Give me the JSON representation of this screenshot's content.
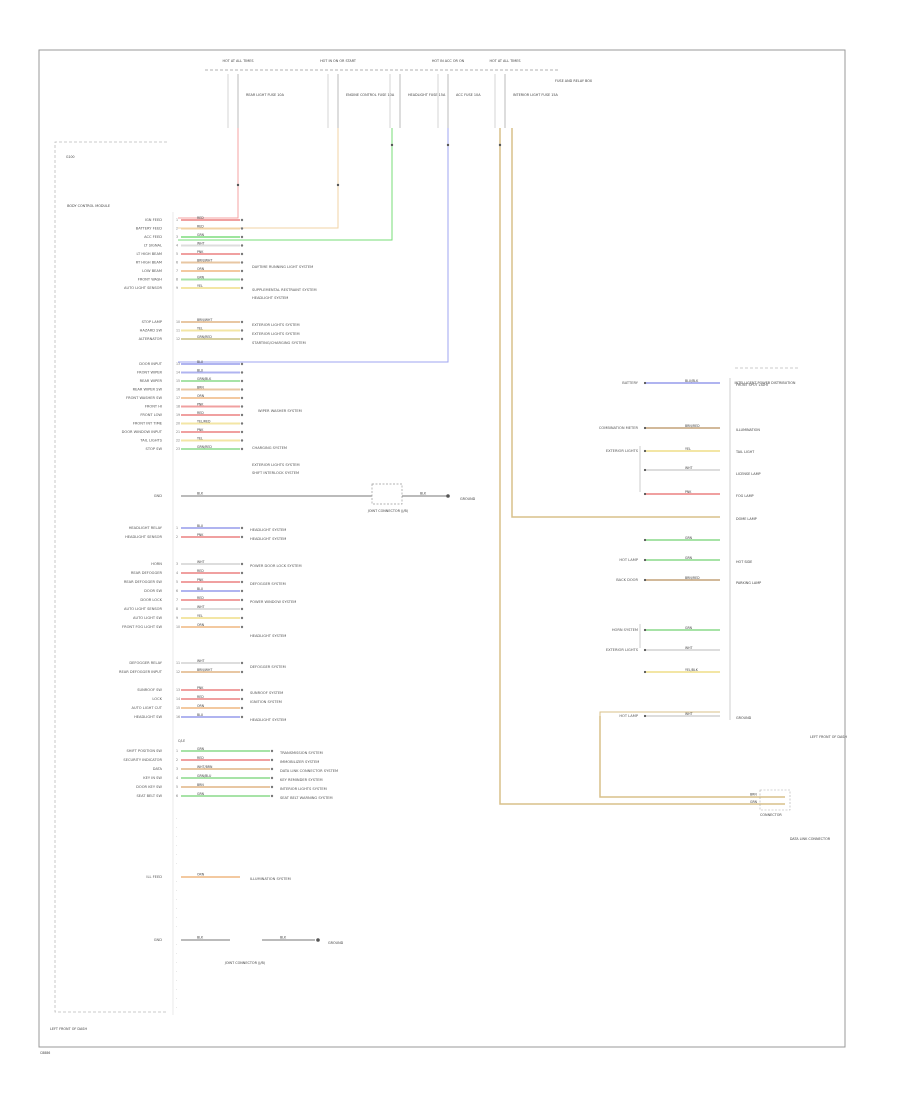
{
  "header": {
    "fuses": [
      {
        "id": "fuse-1",
        "top": "HOT AT ALL TIMES",
        "name": "REAR LIGHT FUSE 10A"
      },
      {
        "id": "fuse-2",
        "top": "HOT IN ON OR START",
        "name": "ENGINE CONTROL FUSE 10A"
      },
      {
        "id": "fuse-3",
        "top": "",
        "name": "HEADLIGHT FUSE 15A"
      },
      {
        "id": "fuse-4",
        "top": "HOT IN ACC OR ON",
        "name": "ACC FUSE 10A"
      },
      {
        "id": "fuse-5",
        "top": "HOT AT ALL TIMES",
        "name": "INTERIOR LIGHT FUSE 15A"
      }
    ],
    "right_note": "FUSE AND RELAY BOX"
  },
  "main_module": {
    "label": "BODY CONTROL MODULE",
    "footer_label": "LEFT FRONT OF DASH",
    "corner_tag": "G100"
  },
  "left_wires": [
    {
      "label": "IGN FEED",
      "code": "RED",
      "color": "#f0a0a0"
    },
    {
      "label": "BATTERY FEED",
      "code": "RED",
      "color": "#f2d3a5"
    },
    {
      "label": "ACC FEED",
      "code": "GRN",
      "color": "#9de59d"
    },
    {
      "label": "LT SIGNAL",
      "code": "WHT",
      "color": "#dddddd"
    },
    {
      "label": "LT HIGH BEAM",
      "code": "PNK",
      "color": "#f0a0a0"
    },
    {
      "label": "RT HIGH BEAM",
      "code": "BRN/WHT",
      "color": "#e8c7a3"
    },
    {
      "label": "LOW BEAM",
      "code": "ORN",
      "color": "#f3c9a0"
    },
    {
      "label": "FRONT WASH",
      "code": "GRN",
      "color": "#a7e3a7"
    },
    {
      "label": "AUTO LIGHT SENSOR",
      "code": "YEL",
      "color": "#f3e6a5"
    },
    {
      "label": "STOP LAMP",
      "code": "BRN/WHT",
      "color": "#e8c7a3"
    },
    {
      "label": "HAZARD SW",
      "code": "YEL",
      "color": "#f3e6a5"
    },
    {
      "label": "ALTERNATOR",
      "code": "GRN/RED",
      "color": "#d6cfa0"
    },
    {
      "label": "DOOR INPUT",
      "code": "BLU",
      "color": "#b0b4f0"
    },
    {
      "label": "FRONT WIPER",
      "code": "BLU",
      "color": "#b0b4f0"
    },
    {
      "label": "REAR WIPER",
      "code": "GRN/BLK",
      "color": "#a7e3a7"
    },
    {
      "label": "REAR WIPER SW",
      "code": "BRN",
      "color": "#e8c7a3"
    },
    {
      "label": "FRONT WASHER SW",
      "code": "ORN",
      "color": "#f3c9a0"
    },
    {
      "label": "FRONT HI",
      "code": "PNK",
      "color": "#f0a0a0"
    },
    {
      "label": "FRONT LOW",
      "code": "RED",
      "color": "#f0a0a0"
    },
    {
      "label": "FRONT INT TIME",
      "code": "YEL/RED",
      "color": "#f3e6a5"
    },
    {
      "label": "DOOR WINDOW INPUT",
      "code": "PNK",
      "color": "#f0a0a0"
    },
    {
      "label": "TAIL LIGHTS",
      "code": "YEL",
      "color": "#f3e6a5"
    },
    {
      "label": "STOP SW",
      "code": "GRN/RED",
      "color": "#a7e3a7"
    }
  ],
  "ground_wire": {
    "label": "GND",
    "code": "BLK",
    "right_code": "BLK",
    "connector": "JOINT CONNECTOR (J/B)",
    "ground": "GROUND"
  },
  "mid_wires": [
    {
      "label": "HEADLIGHT RELAY",
      "code": "BLU",
      "color": "#b0b4f0"
    },
    {
      "label": "HEADLIGHT SENSOR",
      "code": "PNK",
      "color": "#f0a0a0"
    },
    {
      "label": "HORN",
      "code": "WHT",
      "color": "#dddddd"
    },
    {
      "label": "REAR DEFOGGER",
      "code": "RED",
      "color": "#f0a0a0"
    },
    {
      "label": "REAR DEFOGGER SW",
      "code": "PNK",
      "color": "#f0a0a0"
    },
    {
      "label": "DOOR SW",
      "code": "BLU",
      "color": "#b0b4f0"
    },
    {
      "label": "DOOR LOCK",
      "code": "RED",
      "color": "#f0a0a0"
    },
    {
      "label": "AUTO LIGHT SENSOR",
      "code": "WHT",
      "color": "#dddddd"
    },
    {
      "label": "AUTO LIGHT SW",
      "code": "YEL",
      "color": "#f3e6a5"
    },
    {
      "label": "FRONT FOG LIGHT SW",
      "code": "ORN",
      "color": "#f3c9a0"
    },
    {
      "label": "DEFOGGER RELAY",
      "code": "WHT",
      "color": "#dddddd"
    },
    {
      "label": "REAR DEFOGGER INPUT",
      "code": "BRN/WHT",
      "color": "#e8c7a3"
    },
    {
      "label": "SUNROOF SW",
      "code": "PNK",
      "color": "#f0a0a0"
    },
    {
      "label": "LOCK",
      "code": "RED",
      "color": "#f0a0a0"
    },
    {
      "label": "AUTO LIGHT CUT",
      "code": "ORN",
      "color": "#f3c9a0"
    },
    {
      "label": "HEADLIGHT SW",
      "code": "BLU",
      "color": "#b0b4f0"
    }
  ],
  "lower_wires": [
    {
      "label": "SHIFT POSITION SW",
      "code": "GRN",
      "color": "#a7e3a7"
    },
    {
      "label": "SECURITY INDICATOR",
      "code": "RED",
      "color": "#f0a0a0"
    },
    {
      "label": "DATA",
      "code": "WHT/BRN",
      "color": "#e8c7a3"
    },
    {
      "label": "KEY IN SW",
      "code": "GRN/BLU",
      "color": "#a7e3a7"
    },
    {
      "label": "DOOR KEY SW",
      "code": "BRN",
      "color": "#e8c7a3"
    },
    {
      "label": "SEAT BELT SW",
      "code": "GRN",
      "color": "#a7e3a7"
    }
  ],
  "extra_wire": {
    "label": "ILL FEED",
    "code": "ORN",
    "color": "#f3c9a0"
  },
  "bottom_ground": {
    "label": "GND",
    "code": "BLK",
    "right_code": "BLK",
    "connector": "JOINT CONNECTOR (J/B)",
    "ground": "GROUND"
  },
  "right_wires": [
    {
      "label": "BATTERY",
      "code": "BLU/BLK",
      "color": "#b0b4f0"
    },
    {
      "label": "COMBINATION METER",
      "code": "BRN/RED",
      "color": "#d2b99a"
    },
    {
      "label": "EXTERIOR LIGHTS",
      "code": "YEL",
      "color": "#f3e6a5"
    },
    {
      "label": "",
      "code": "WHT",
      "color": "#dddddd"
    },
    {
      "label": "",
      "code": "PNK",
      "color": "#f0a0a0"
    },
    {
      "label": "",
      "code": "GRN",
      "color": "#a7e3a7"
    },
    {
      "label": "HOT LAMP",
      "code": "GRN",
      "color": "#a7e3a7"
    },
    {
      "label": "BACK DOOR",
      "code": "BRN/RED",
      "color": "#d2b99a"
    },
    {
      "label": "HORN SYSTEM",
      "code": "GRN",
      "color": "#a7e3a7"
    },
    {
      "label": "EXTERIOR LIGHTS",
      "code": "WHT",
      "color": "#dddddd"
    },
    {
      "label": "",
      "code": "YEL/BLK",
      "color": "#f3e6a5"
    },
    {
      "label": "HOT LAMP",
      "code": "WHT",
      "color": "#dddddd"
    }
  ],
  "right_module": {
    "label": "INTELLIGENT POWER DISTRIBUTION",
    "footer_label": "LEFT FRONT OF DASH",
    "pins": [
      "FRONT SPOT LIGHT",
      "ILLUMINATION",
      "TAIL LIGHT",
      "LICENSE LAMP",
      "FOG LAMP",
      "DOME LAMP",
      "HOT SIDE",
      "PARKING LAMP",
      "GROUND"
    ]
  },
  "right_bottom": {
    "codes": [
      "BRN",
      "GRN"
    ],
    "label": "CONNECTOR",
    "note": "DATA LINK CONNECTOR"
  },
  "page_tag": "C8886"
}
